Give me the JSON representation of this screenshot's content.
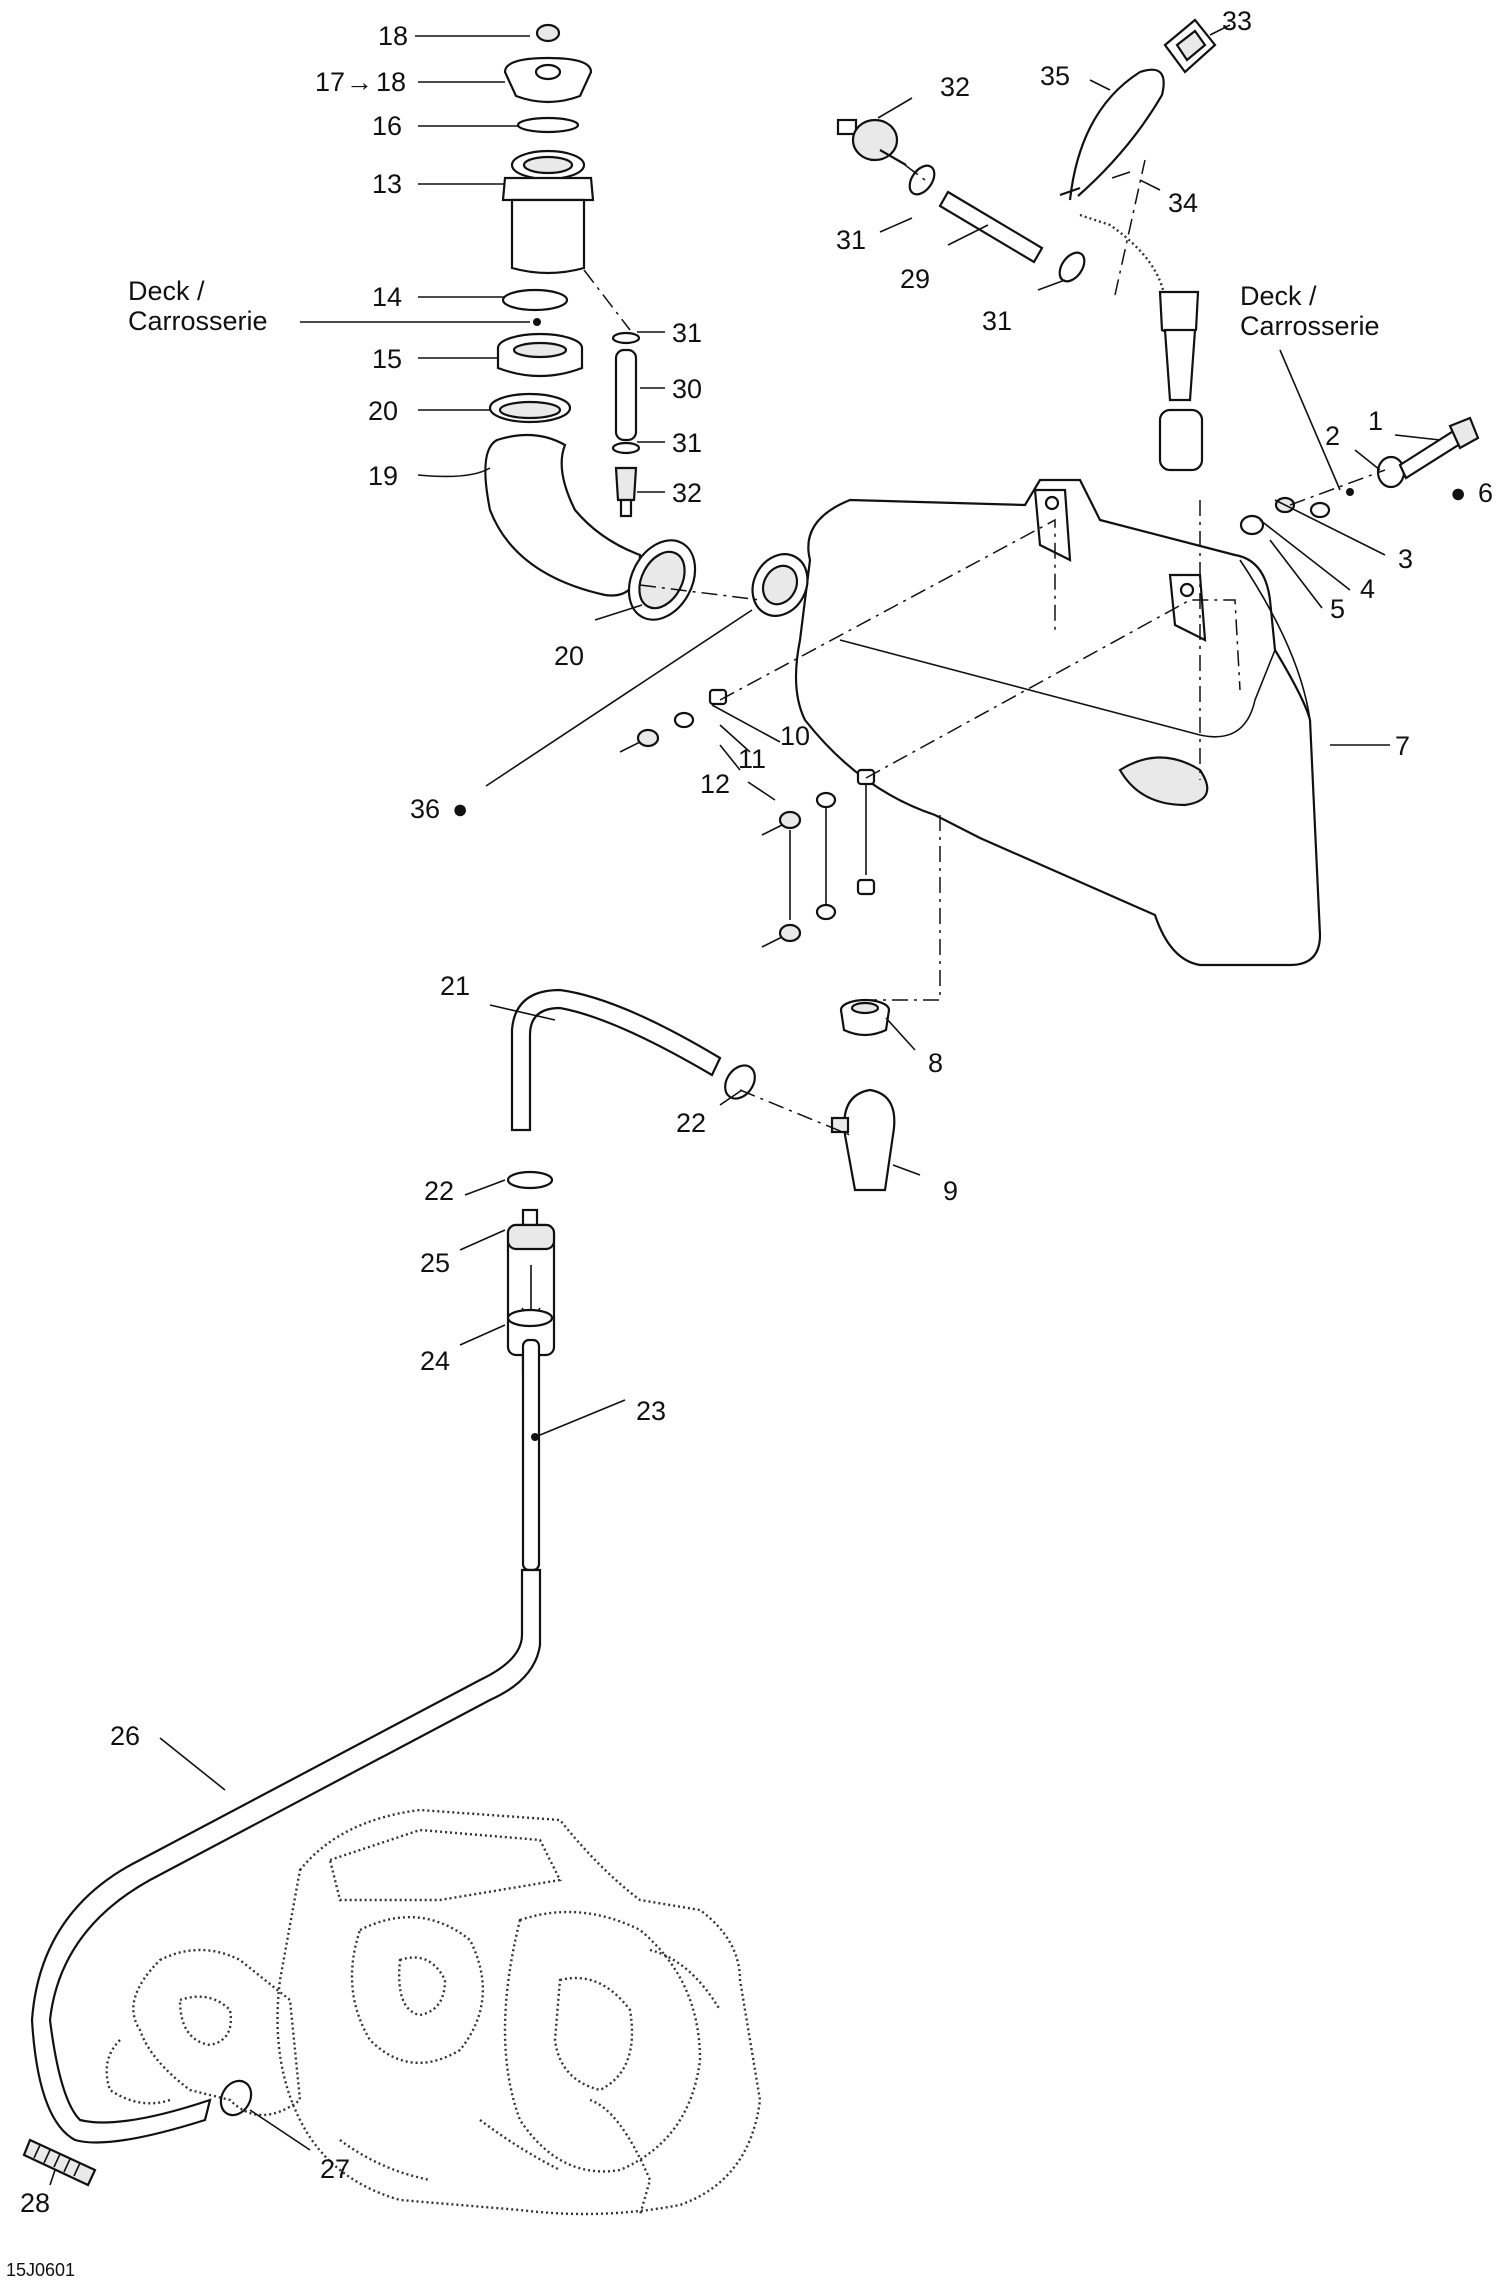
{
  "figure_code": "15J0601",
  "deck_note": {
    "line1": "Deck /",
    "line2": "Carrosserie"
  },
  "callouts": {
    "c1": "1",
    "c2": "2",
    "c3": "3",
    "c4": "4",
    "c5": "5",
    "c6": "6",
    "c7": "7",
    "c8": "8",
    "c9": "9",
    "c10": "10",
    "c11": "11",
    "c12": "12",
    "c13": "13",
    "c14": "14",
    "c15": "15",
    "c16": "16",
    "c17": "17",
    "c18a": "18",
    "c18b": "18",
    "c19": "19",
    "c20a": "20",
    "c20b": "20",
    "c21": "21",
    "c22a": "22",
    "c22b": "22",
    "c23": "23",
    "c24": "24",
    "c25": "25",
    "c26": "26",
    "c27": "27",
    "c28": "28",
    "c29": "29",
    "c30": "30",
    "c31a": "31",
    "c31b": "31",
    "c31c": "31",
    "c31d": "31",
    "c32a": "32",
    "c32b": "32",
    "c33": "33",
    "c34": "34",
    "c35": "35",
    "c36": "36"
  },
  "icons": {
    "arrow": "right-arrow-icon",
    "drop": "oil-drop-icon"
  }
}
